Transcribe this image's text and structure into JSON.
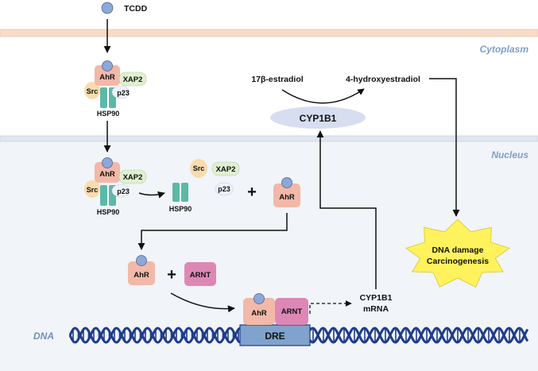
{
  "labels": {
    "ligand": "TCDD",
    "cytoplasm": "Cytoplasm",
    "nucleus": "Nucleus",
    "dna": "DNA",
    "substrate": "17β-estradiol",
    "product": "4-hydroxyestradiol",
    "enzyme": "CYP1B1",
    "outcome_line1": "DNA damage",
    "outcome_line2": "Carcinogenesis",
    "mrna_line1": "CYP1B1",
    "mrna_line2": "mRNA",
    "response_element": "DRE",
    "plus": "+"
  },
  "proteins": {
    "ahr": "AhR",
    "xap2": "XAP2",
    "src": "Src",
    "p23": "p23",
    "hsp90": "HSP90",
    "arnt": "ARNT"
  },
  "colors": {
    "ahr": "#f2b8a8",
    "xap2": "#dff0cf",
    "src": "#f9dcae",
    "p23": "#eef1fa",
    "hsp90": "#5cb9a7",
    "arnt": "#dd88b4",
    "ligand": "#8da7d8",
    "cyp1b1": "#d6def0",
    "star": "#fff25c",
    "dre": "#7fa3cc",
    "dna": "#1f3c8a",
    "membrane": "#f7dcc9",
    "nucleus_fill": "#f1f4f8"
  }
}
